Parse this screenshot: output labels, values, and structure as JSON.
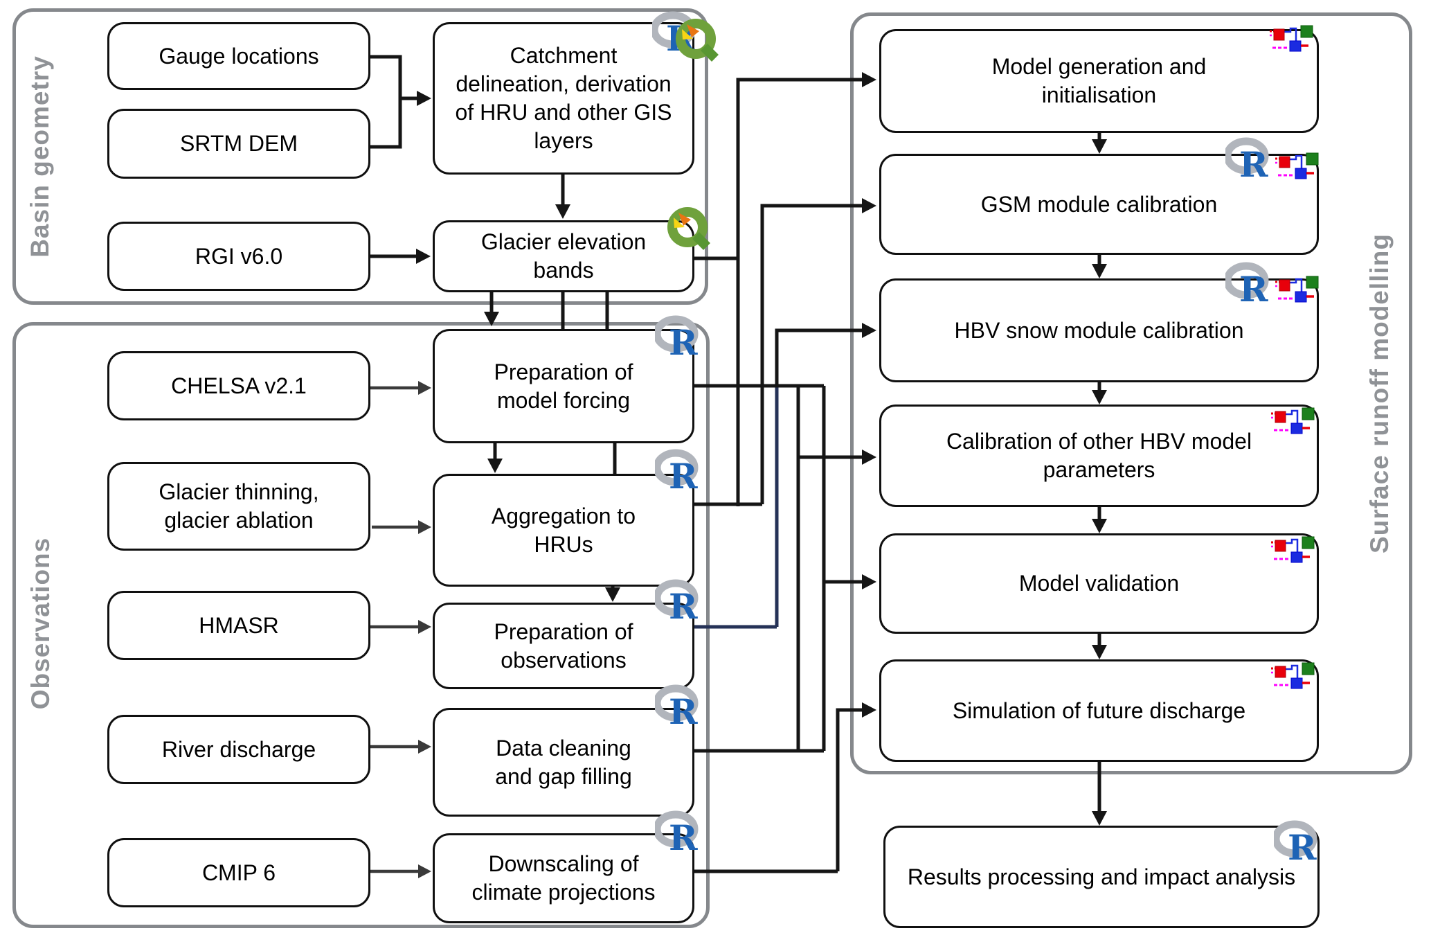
{
  "groups": {
    "basin_geometry": {
      "label": "Basin geometry"
    },
    "observations": {
      "label": "Observations"
    },
    "surface_runoff": {
      "label": "Surface runoff modelling"
    }
  },
  "boxes": {
    "gauge": {
      "label": "Gauge locations"
    },
    "srtm": {
      "label": "SRTM DEM"
    },
    "rgi": {
      "label": "RGI v6.0"
    },
    "catchment": {
      "label": "Catchment delineation, derivation of HRU and other GIS layers"
    },
    "glacier_bands": {
      "label": "Glacier elevation bands"
    },
    "chelsa": {
      "label": "CHELSA v2.1"
    },
    "thinning": {
      "label": "Glacier thinning, glacier ablation"
    },
    "hmasr": {
      "label": "HMASR"
    },
    "river": {
      "label": "River discharge"
    },
    "cmip": {
      "label": "CMIP 6"
    },
    "forcing": {
      "label": "Preparation of model forcing"
    },
    "aggregation": {
      "label": "Aggregation to HRUs"
    },
    "prep_obs": {
      "label": "Preparation of observations"
    },
    "cleaning": {
      "label": "Data cleaning and gap filling"
    },
    "downscaling": {
      "label": "Downscaling of climate projections"
    },
    "model_gen": {
      "label": "Model generation and initialisation"
    },
    "gsm": {
      "label": "GSM module calibration"
    },
    "hbv_snow": {
      "label": "HBV snow module calibration"
    },
    "hbv_other": {
      "label": "Calibration of other HBV model parameters"
    },
    "validation": {
      "label": "Model validation"
    },
    "simulation": {
      "label": "Simulation of future discharge"
    },
    "results": {
      "label": "Results processing and impact analysis"
    }
  },
  "icons": {
    "r_logo": "R statistical software logo",
    "qgis": "QGIS logo",
    "model_structure": "hydrological model structure icon"
  },
  "colors": {
    "box_border": "#101010",
    "group_border": "#85888c",
    "group_label": "#8f9296",
    "connector_black": "#151515",
    "connector_navy": "#253257",
    "connector_gray": "#3a3a3a",
    "r_blue": "#1e63b5",
    "r_ring_gray": "#b1b5bc",
    "qgis_green": "#6fa13c",
    "qgis_orange": "#e87513",
    "qgis_yellow": "#f7d414",
    "icon_red": "#e8000b",
    "icon_green": "#1d801d",
    "icon_blue": "#1b2be0",
    "icon_magenta": "#ff00ff"
  }
}
